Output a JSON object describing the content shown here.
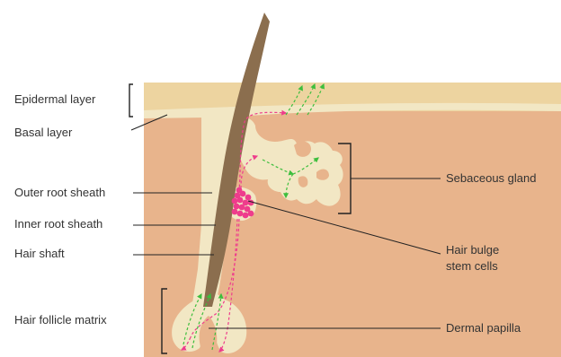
{
  "diagram": {
    "labels": {
      "epidermal_layer": "Epidermal layer",
      "basal_layer": "Basal layer",
      "outer_root_sheath": "Outer root sheath",
      "inner_root_sheath": "Inner root sheath",
      "hair_shaft": "Hair shaft",
      "hair_follicle_matrix": "Hair follicle matrix",
      "sebaceous_gland": "Sebaceous gland",
      "hair_bulge_line1": "Hair bulge",
      "hair_bulge_line2": "stem cells",
      "dermal_papilla": "Dermal papilla"
    },
    "colors": {
      "epidermis": "#EDD4A0",
      "dermis": "#E8B48C",
      "sheath": "#F2E7C4",
      "hair": "#8B6E4E",
      "stem_cells": "#EE3C8C",
      "green_arrows": "#3DBE3D",
      "pink_arrows": "#EE3C8C",
      "leader_lines": "#222222"
    }
  }
}
